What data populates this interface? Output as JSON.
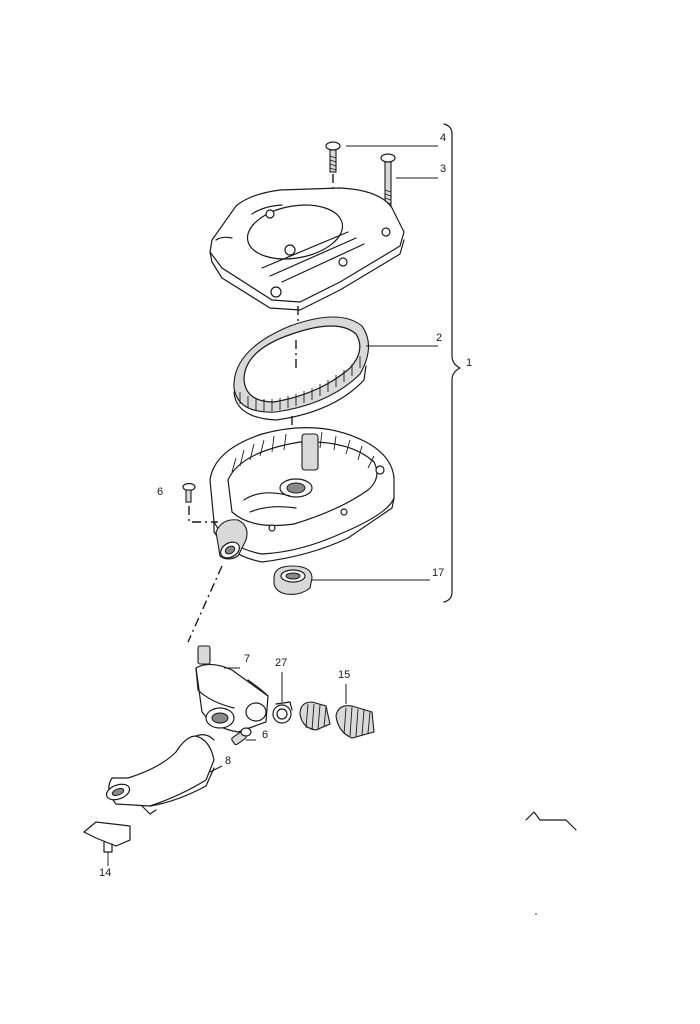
{
  "diagram": {
    "callouts": [
      {
        "id": "c4",
        "text": "4"
      },
      {
        "id": "c3",
        "text": "3"
      },
      {
        "id": "c2",
        "text": "2"
      },
      {
        "id": "c1",
        "text": "1"
      },
      {
        "id": "c6a",
        "text": "6"
      },
      {
        "id": "c17",
        "text": "17"
      },
      {
        "id": "c7",
        "text": "7"
      },
      {
        "id": "c27",
        "text": "27"
      },
      {
        "id": "c15",
        "text": "15"
      },
      {
        "id": "c6b",
        "text": "6"
      },
      {
        "id": "c8",
        "text": "8"
      },
      {
        "id": "c14",
        "text": "14"
      }
    ]
  }
}
